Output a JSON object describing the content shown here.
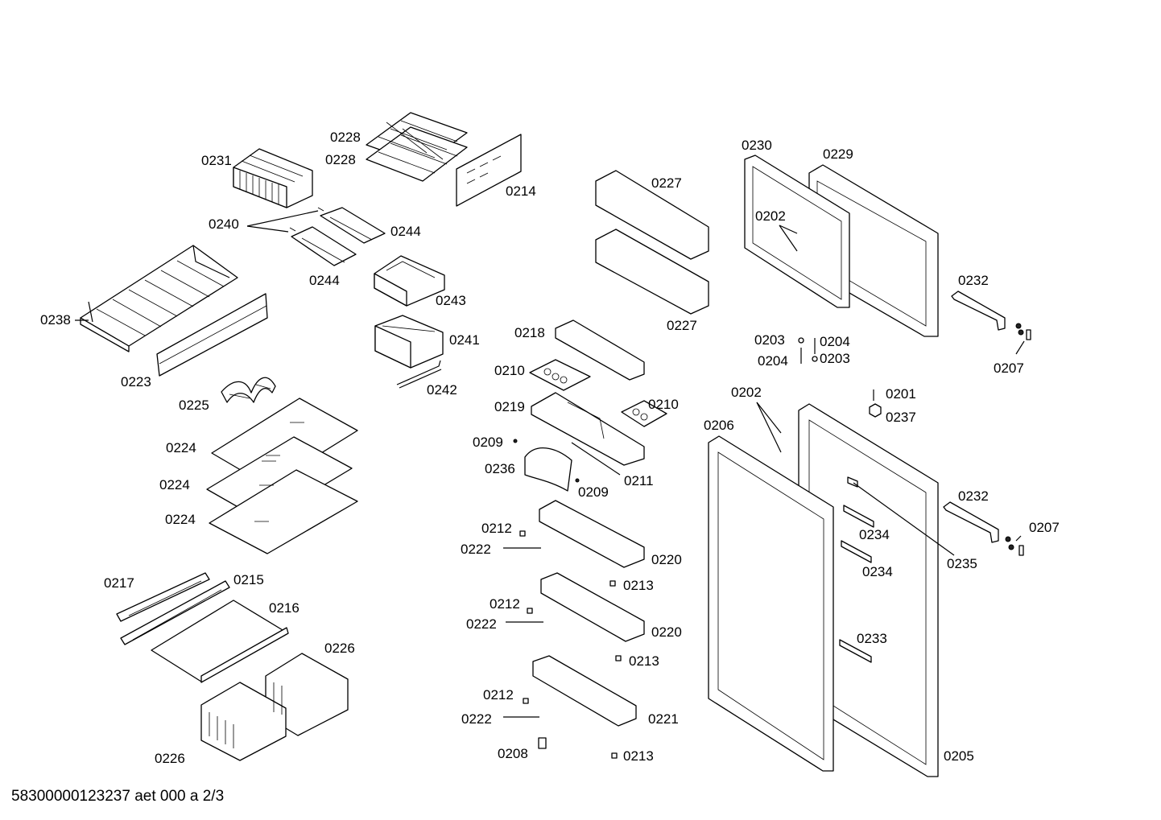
{
  "footer": {
    "doc_id": "58300000123237 aet 000 a 2/3"
  },
  "labels": {
    "p0201": "0201",
    "p0202a": "0202",
    "p0202b": "0202",
    "p0203a": "0203",
    "p0203b": "0203",
    "p0204a": "0204",
    "p0204b": "0204",
    "p0205": "0205",
    "p0206": "0206",
    "p0207a": "0207",
    "p0207b": "0207",
    "p0208": "0208",
    "p0209a": "0209",
    "p0209b": "0209",
    "p0210a": "0210",
    "p0210b": "0210",
    "p0211": "0211",
    "p0212a": "0212",
    "p0212b": "0212",
    "p0212c": "0212",
    "p0213a": "0213",
    "p0213b": "0213",
    "p0213c": "0213",
    "p0214": "0214",
    "p0215": "0215",
    "p0216": "0216",
    "p0217": "0217",
    "p0218": "0218",
    "p0219": "0219",
    "p0220a": "0220",
    "p0220b": "0220",
    "p0221": "0221",
    "p0222a": "0222",
    "p0222b": "0222",
    "p0222c": "0222",
    "p0223": "0223",
    "p0224a": "0224",
    "p0224b": "0224",
    "p0224c": "0224",
    "p0225": "0225",
    "p0226a": "0226",
    "p0226b": "0226",
    "p0227a": "0227",
    "p0227b": "0227",
    "p0228a": "0228",
    "p0228b": "0228",
    "p0229": "0229",
    "p0230": "0230",
    "p0231": "0231",
    "p0232a": "0232",
    "p0232b": "0232",
    "p0233": "0233",
    "p0234a": "0234",
    "p0234b": "0234",
    "p0235": "0235",
    "p0236": "0236",
    "p0237": "0237",
    "p0238": "0238",
    "p0240": "0240",
    "p0241": "0241",
    "p0242": "0242",
    "p0243": "0243",
    "p0244a": "0244",
    "p0244b": "0244"
  }
}
